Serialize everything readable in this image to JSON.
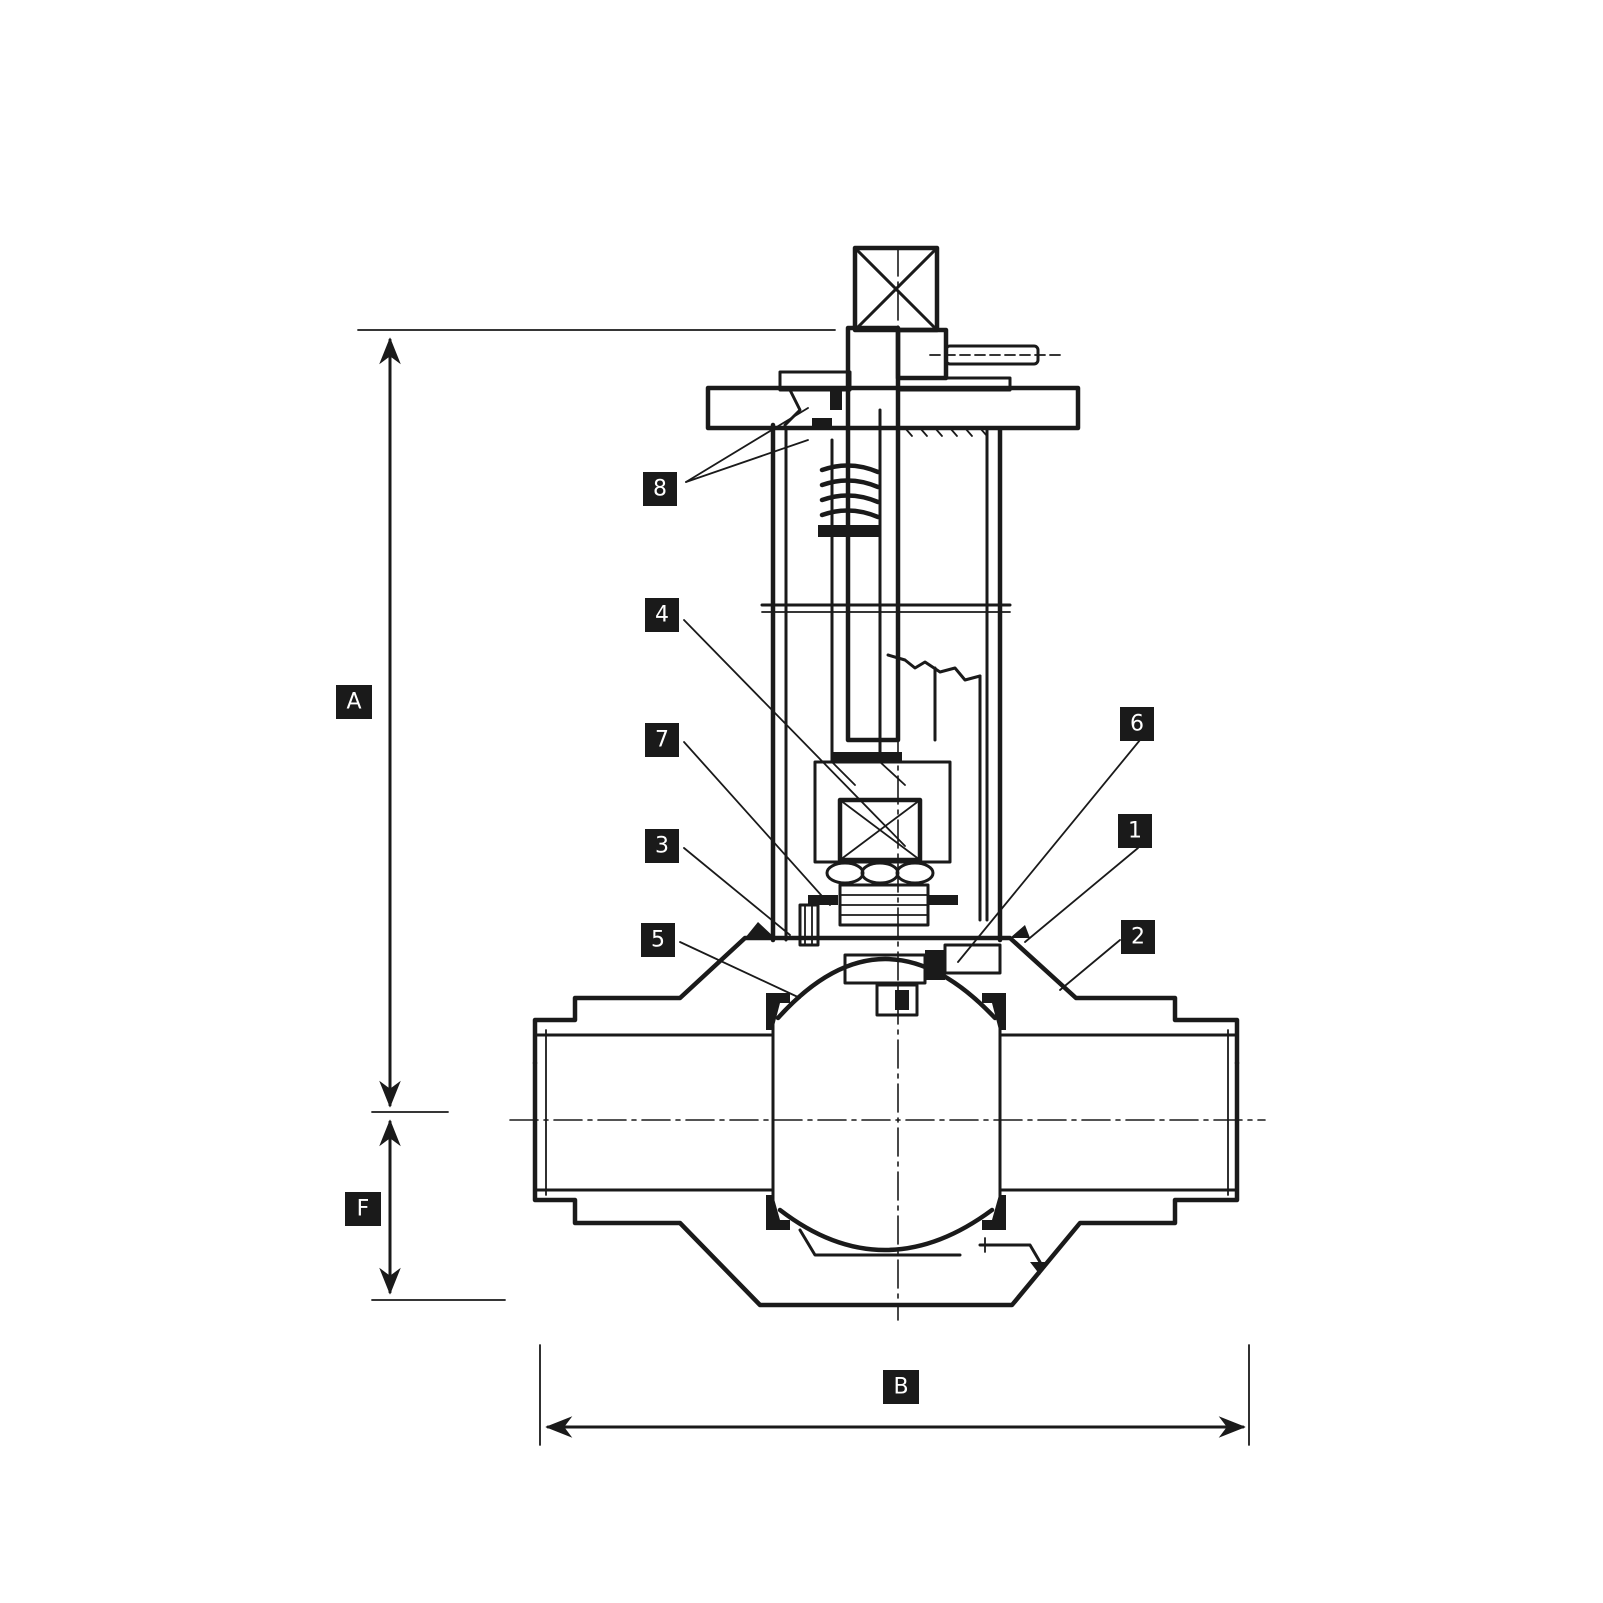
{
  "dimensions": [
    {
      "id": "A",
      "label": "A"
    },
    {
      "id": "F",
      "label": "F"
    },
    {
      "id": "B",
      "label": "B"
    }
  ],
  "callouts": [
    {
      "id": "c8",
      "label": "8"
    },
    {
      "id": "c4",
      "label": "4"
    },
    {
      "id": "c7",
      "label": "7"
    },
    {
      "id": "c3",
      "label": "3"
    },
    {
      "id": "c5",
      "label": "5"
    },
    {
      "id": "c6",
      "label": "6"
    },
    {
      "id": "c1",
      "label": "1"
    },
    {
      "id": "c2",
      "label": "2"
    }
  ]
}
